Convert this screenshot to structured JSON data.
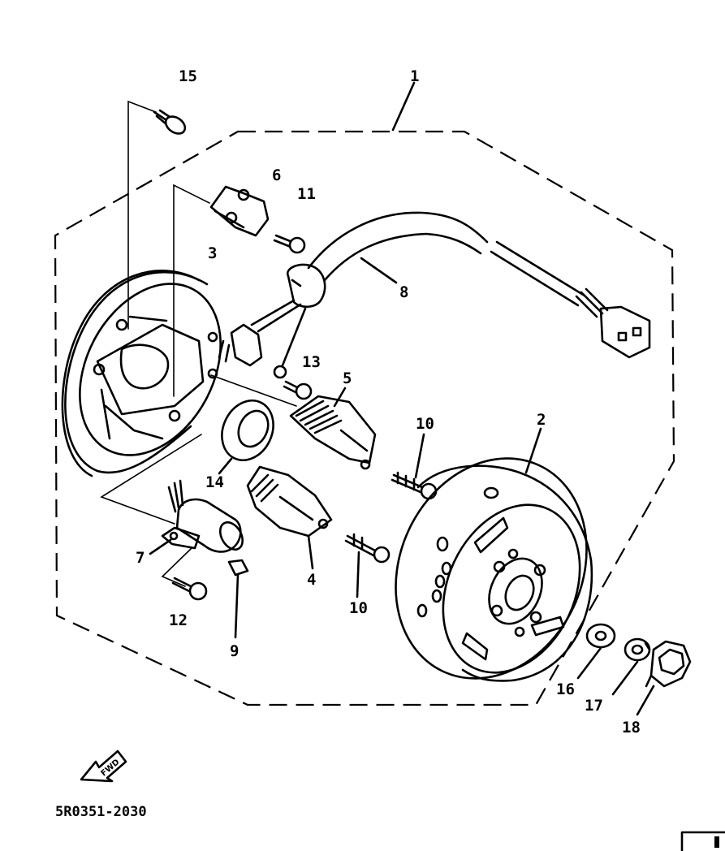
{
  "diagram": {
    "part_code": "5R0351-2030",
    "fwd_label": "FWD",
    "callouts": [
      {
        "id": "c1",
        "label": "1"
      },
      {
        "id": "c2",
        "label": "2"
      },
      {
        "id": "c3",
        "label": "3"
      },
      {
        "id": "c4",
        "label": "4"
      },
      {
        "id": "c5",
        "label": "5"
      },
      {
        "id": "c6",
        "label": "6"
      },
      {
        "id": "c7",
        "label": "7"
      },
      {
        "id": "c8",
        "label": "8"
      },
      {
        "id": "c9",
        "label": "9"
      },
      {
        "id": "c10a",
        "label": "10"
      },
      {
        "id": "c10b",
        "label": "10"
      },
      {
        "id": "c11",
        "label": "11"
      },
      {
        "id": "c12",
        "label": "12"
      },
      {
        "id": "c13",
        "label": "13"
      },
      {
        "id": "c14",
        "label": "14"
      },
      {
        "id": "c15",
        "label": "15"
      },
      {
        "id": "c16",
        "label": "16"
      },
      {
        "id": "c17",
        "label": "17"
      },
      {
        "id": "c18",
        "label": "18"
      }
    ]
  }
}
